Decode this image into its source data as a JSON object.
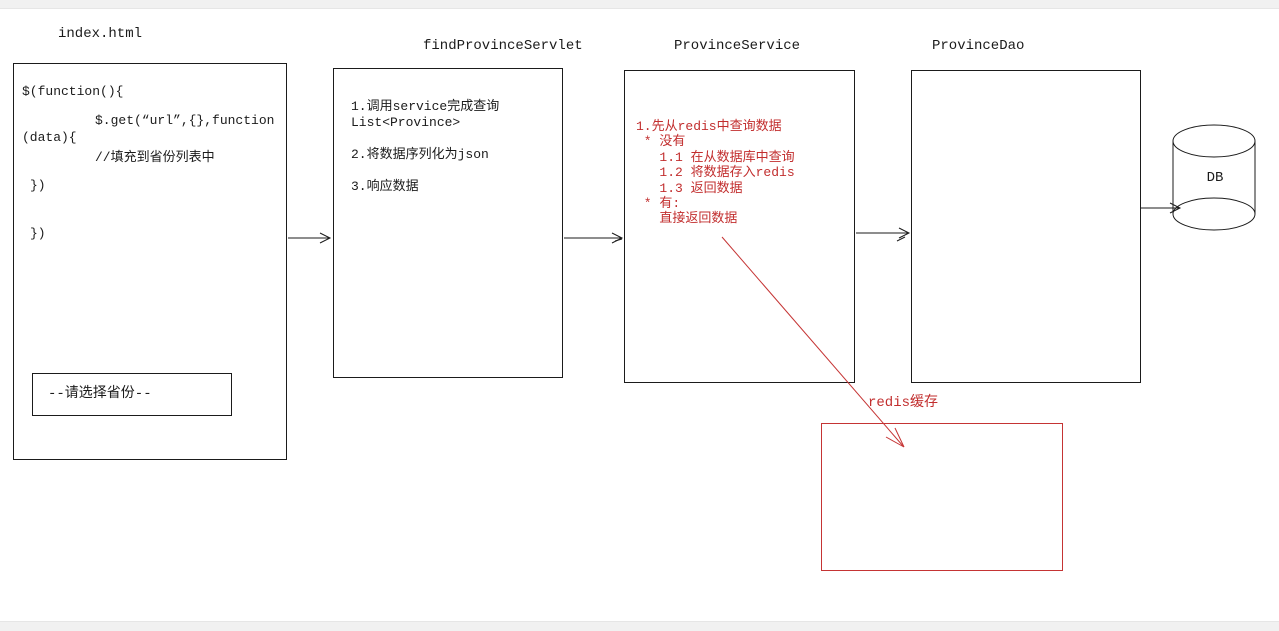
{
  "colors": {
    "line_black": "#1b1b1b",
    "annotation_red": "#c22e2e",
    "band_gray": "#f1f1f1"
  },
  "nodes": {
    "index_html": {
      "title": "index.html",
      "code": {
        "line1": "$(function(){",
        "line2": "$.get(“url”,{},function",
        "line3": "(data){",
        "line4": "//填充到省份列表中",
        "line5": "})",
        "line6": "})"
      },
      "select_label": "--请选择省份--"
    },
    "servlet": {
      "title": "findProvinceServlet",
      "steps": "1.调用service完成查询\nList<Province>\n\n2.将数据序列化为json\n\n3.响应数据"
    },
    "service": {
      "title": "ProvinceService",
      "notes": "1.先从redis中查询数据\n * 没有\n   1.1 在从数据库中查询\n   1.2 将数据存入redis\n   1.3 返回数据\n * 有:\n   直接返回数据"
    },
    "dao": {
      "title": "ProvinceDao"
    },
    "db": {
      "label": "DB"
    },
    "redis": {
      "label": "redis缓存"
    }
  }
}
